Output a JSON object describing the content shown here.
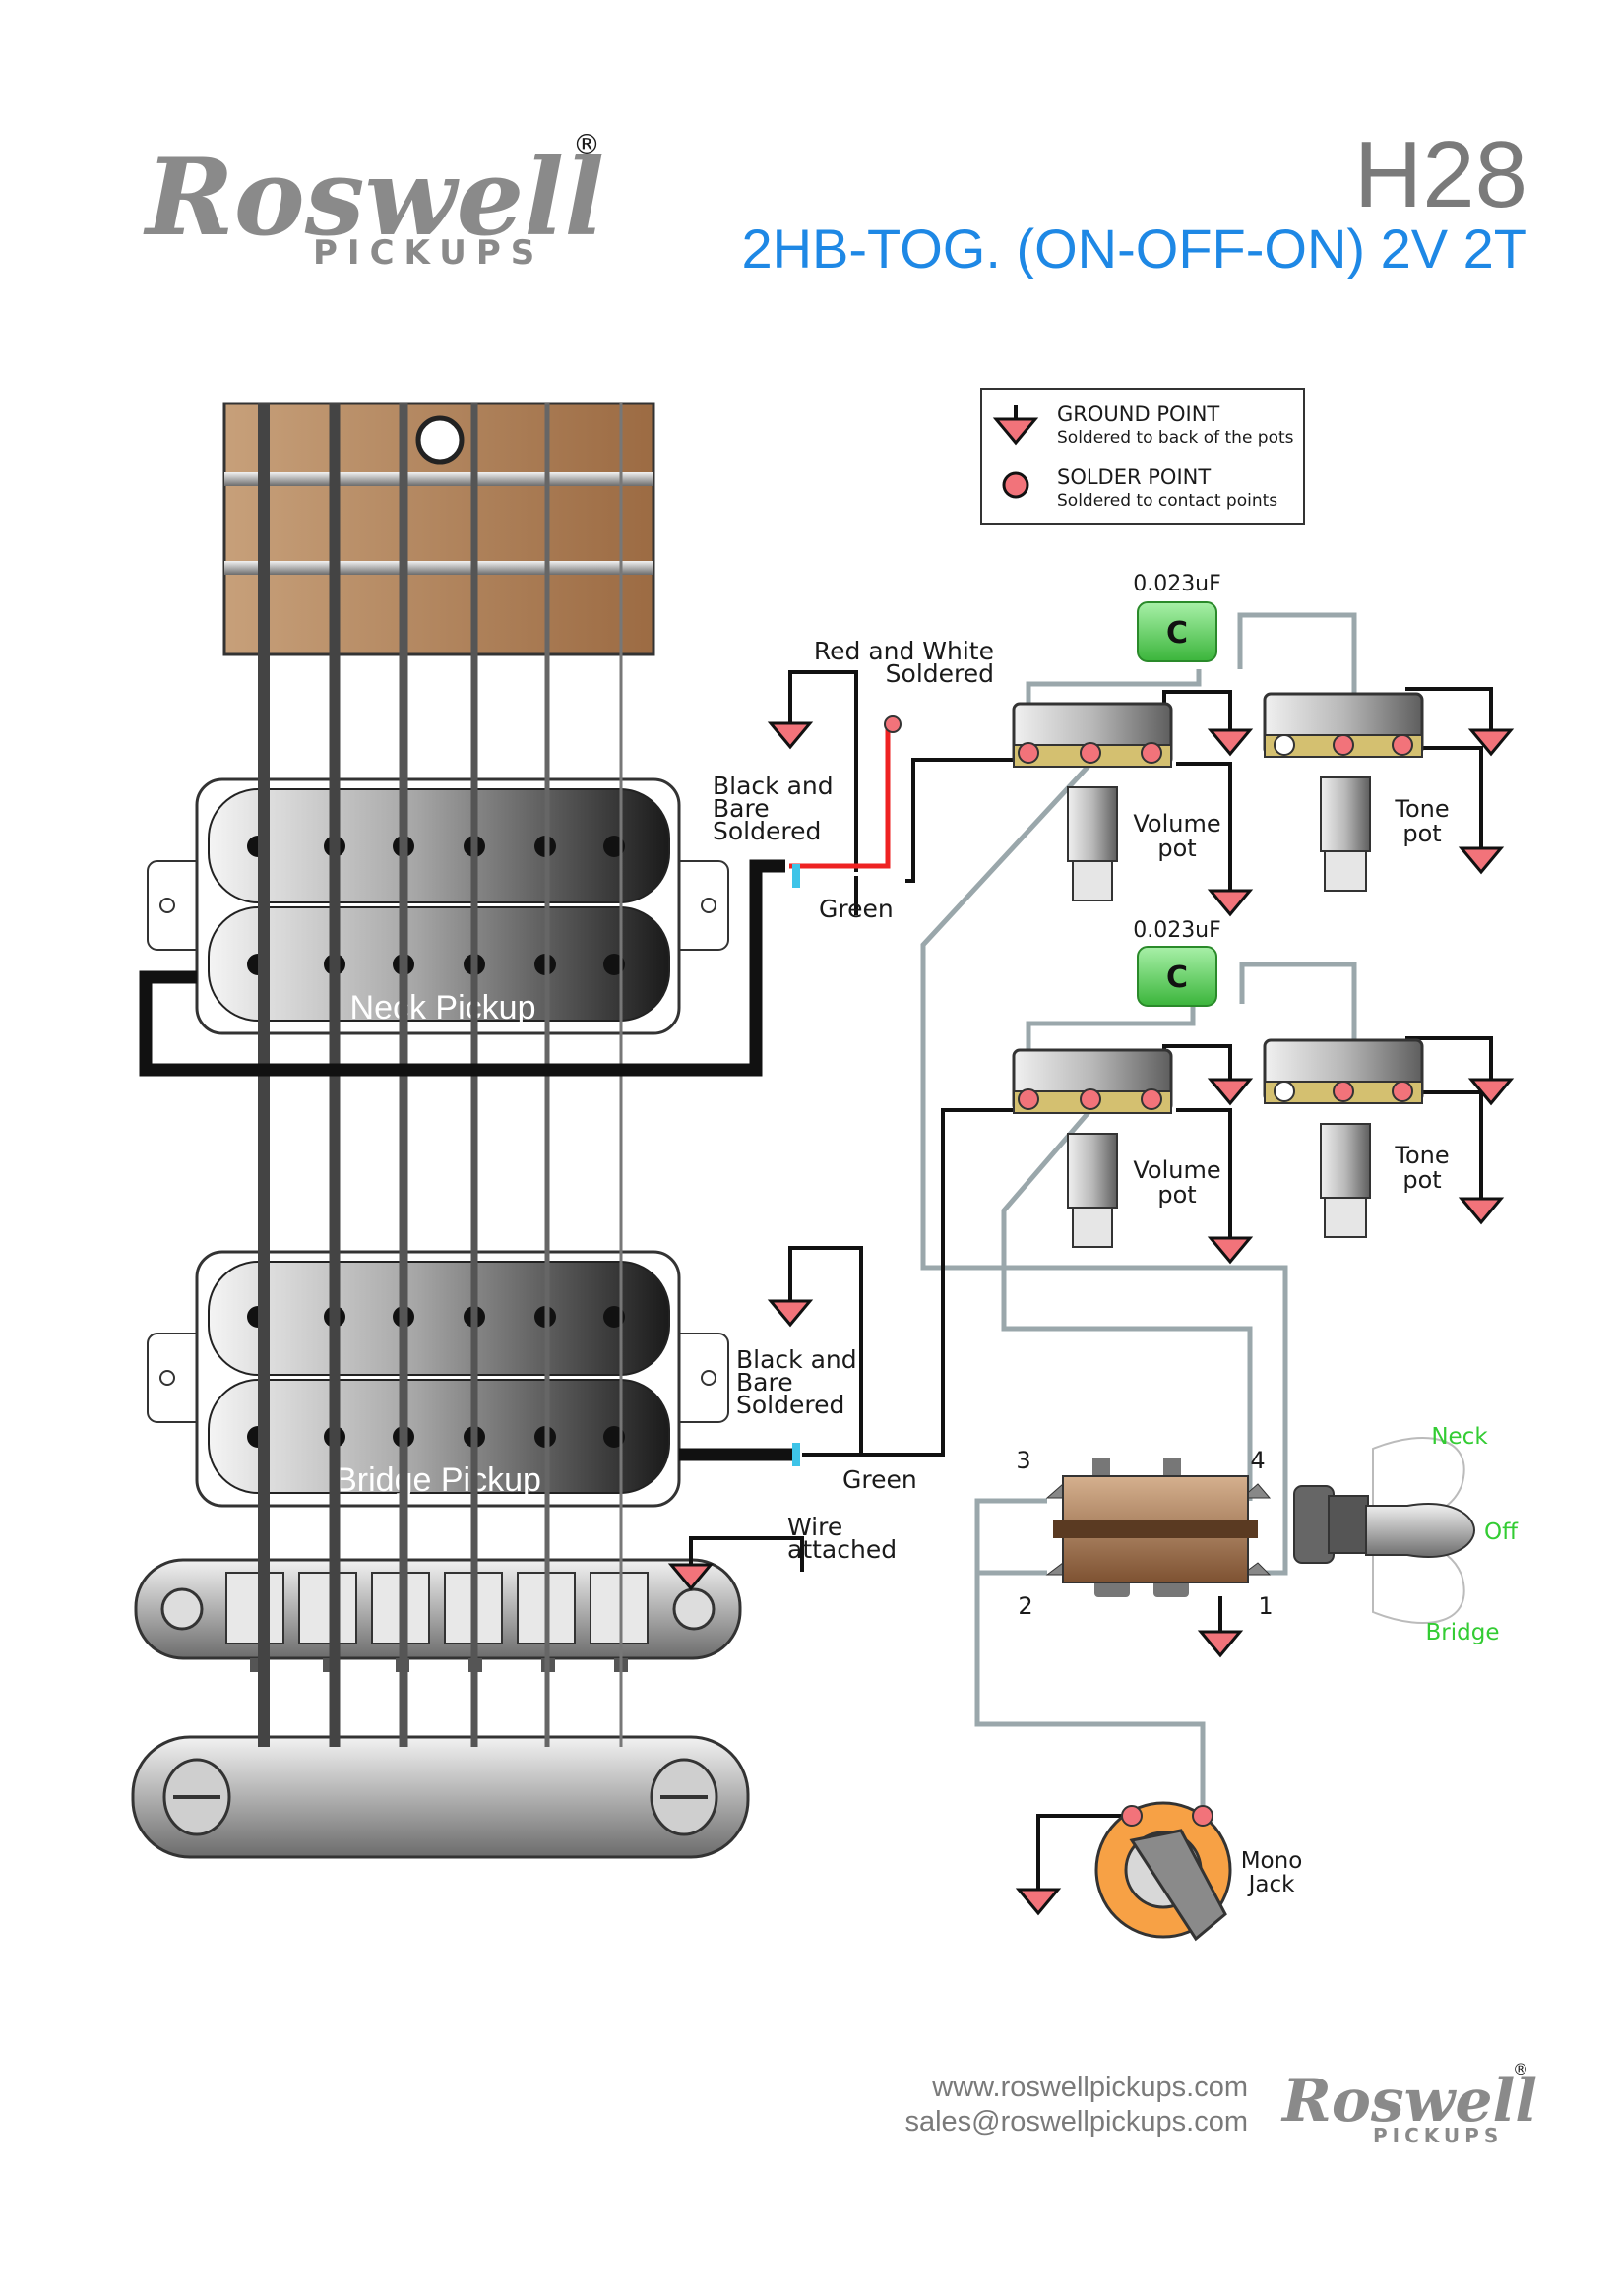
{
  "header": {
    "brand": "Roswell",
    "brand_sub": "PICKUPS",
    "registered": "®",
    "model": "H28",
    "subtitle": "2HB-TOG. (ON-OFF-ON) 2V 2T"
  },
  "legend": {
    "ground_title": "GROUND POINT",
    "ground_desc": "Soldered to back of the pots",
    "solder_title": "SOLDER POINT",
    "solder_desc": "Soldered to contact points"
  },
  "pickups": {
    "neck": "Neck Pickup",
    "bridge": "Bridge Pickup"
  },
  "wires": {
    "red_white_1": "Red and White",
    "red_white_2": "Soldered",
    "neck_black_1": "Black and",
    "neck_black_2": "Bare",
    "neck_black_3": "Soldered",
    "neck_green": "Green",
    "bridge_black_1": "Black and",
    "bridge_black_2": "Bare",
    "bridge_black_3": "Soldered",
    "bridge_green": "Green",
    "wire_attached_1": "Wire",
    "wire_attached_2": "attached"
  },
  "components": {
    "cap1_value": "0.023uF",
    "cap2_value": "0.023uF",
    "cap_letter": "C",
    "volume1_1": "Volume",
    "volume1_2": "pot",
    "tone1_1": "Tone",
    "tone1_2": "pot",
    "volume2_1": "Volume",
    "volume2_2": "pot",
    "tone2_1": "Tone",
    "tone2_2": "pot",
    "jack_1": "Mono",
    "jack_2": "Jack"
  },
  "switch": {
    "lug1": "1",
    "lug2": "2",
    "lug3": "3",
    "lug4": "4",
    "pos_neck": "Neck",
    "pos_off": "Off",
    "pos_bridge": "Bridge",
    "pos_color": "#33cc33"
  },
  "footer": {
    "website": "www.roswellpickups.com",
    "email": "sales@roswellpickups.com",
    "brand": "Roswell",
    "brand_sub": "PICKUPS"
  },
  "colors": {
    "title_blue": "#1e88e5",
    "model_gray": "#7a7a7a",
    "ground_marker": "#f2737a",
    "cap_green": "#5cd65c",
    "jack_orange": "#f7a145",
    "wire_gray": "#9aa7ab"
  }
}
